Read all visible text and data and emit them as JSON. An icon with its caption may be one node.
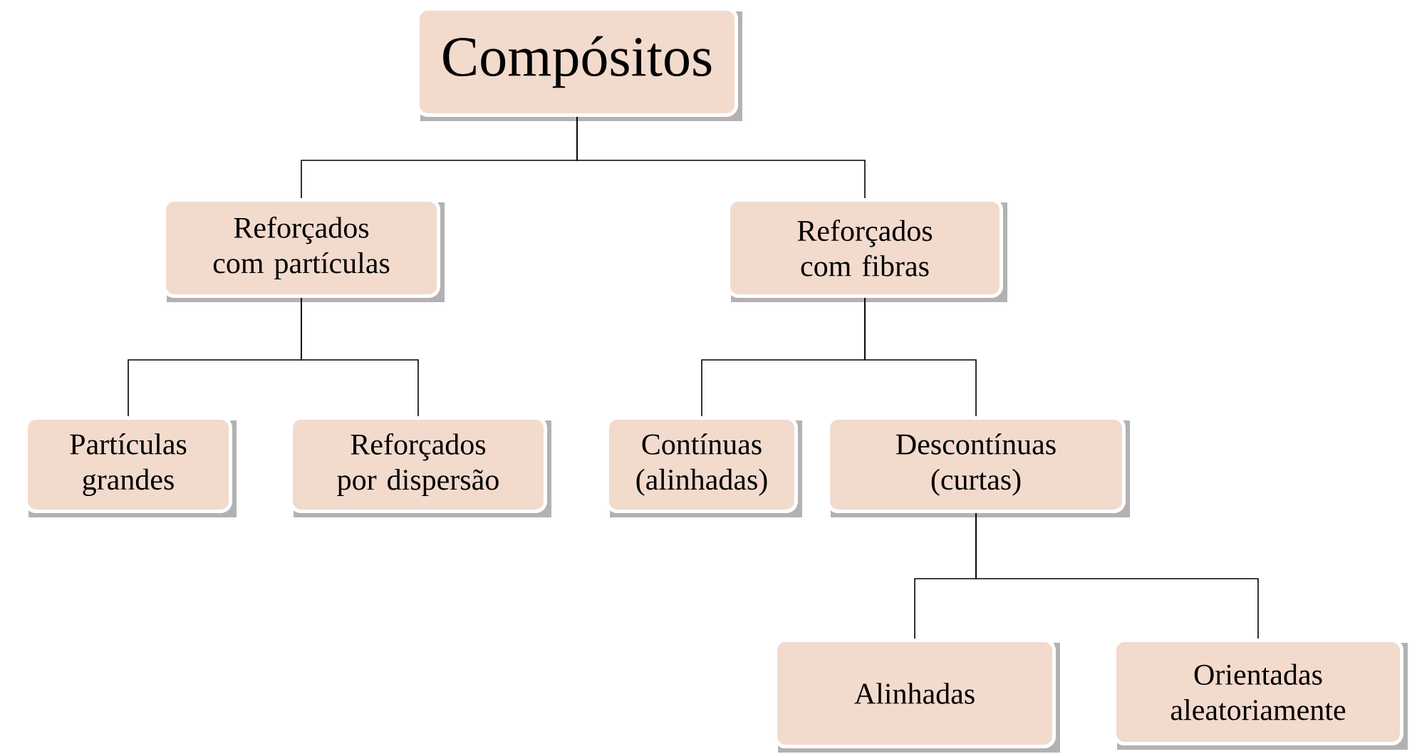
{
  "diagram": {
    "nodes": [
      {
        "text": [
          "Compósitos"
        ]
      },
      {
        "text": [
          "Reforçados com partículas"
        ]
      },
      {
        "text": [
          "Reforçados com fibras"
        ]
      },
      {
        "text": [
          "Partículas grandes"
        ]
      },
      {
        "text": [
          "Reforçados por dispersão"
        ]
      },
      {
        "text": [
          "Contínuas (alinhadas)"
        ]
      },
      {
        "text": [
          "Descontínuas (curtas)"
        ]
      },
      {
        "text": [
          "Alinhadas"
        ]
      },
      {
        "text": [
          "Orientadas aleatoriamente"
        ]
      }
    ],
    "edges": [
      {
        "from": 0,
        "to": 1,
        "arrow": "none"
      },
      {
        "from": 0,
        "to": 2,
        "arrow": "none"
      },
      {
        "from": 1,
        "to": 3,
        "arrow": "none"
      },
      {
        "from": 1,
        "to": 4,
        "arrow": "none"
      },
      {
        "from": 2,
        "to": 5,
        "arrow": "none"
      },
      {
        "from": 2,
        "to": 6,
        "arrow": "none"
      },
      {
        "from": 6,
        "to": 7,
        "arrow": "none"
      },
      {
        "from": 6,
        "to": 8,
        "arrow": "none"
      }
    ]
  }
}
